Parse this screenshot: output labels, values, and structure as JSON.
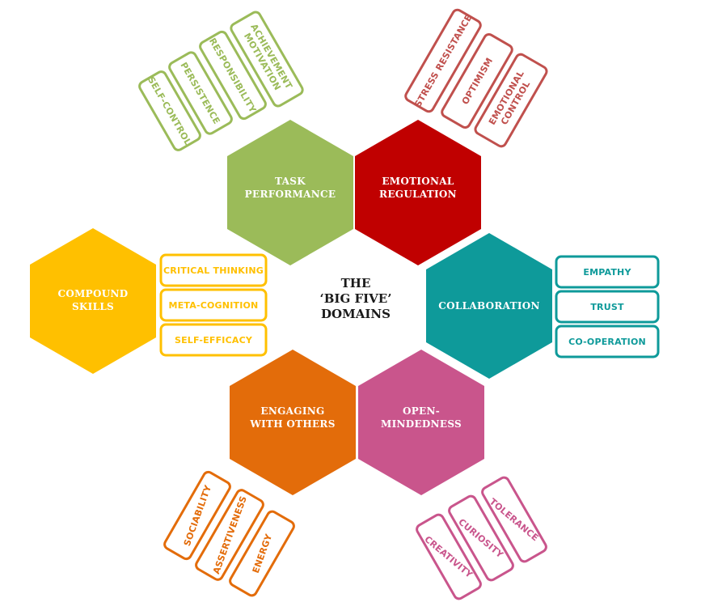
{
  "center": {
    "line1": "THE",
    "line2": "‘BIG FIVE’",
    "line3": "DOMAINS"
  },
  "domains": {
    "task": {
      "color": "#9bbb59",
      "title1": "TASK",
      "title2": "PERFORMANCE",
      "skills": {
        "self_control": "SELF-CONTROL",
        "persistence": "PERSISTENCE",
        "responsibility": "RESPONSIBILITY",
        "achievement1": "ACHIEVEMENT",
        "achievement2": "MOTIVATION"
      }
    },
    "emotional": {
      "color": "#c00000",
      "pill_color": "#c0504d",
      "title1": "EMOTIONAL",
      "title2": "REGULATION",
      "skills": {
        "stress": "STRESS RESISTANCE",
        "optimism": "OPTIMISM",
        "control1": "EMOTIONAL",
        "control2": "CONTROL"
      }
    },
    "collaboration": {
      "color": "#0e9a9a",
      "title1": "COLLABORATION",
      "skills": {
        "empathy": "EMPATHY",
        "trust": "TRUST",
        "cooperation": "CO-OPERATION"
      }
    },
    "open": {
      "color": "#c9558c",
      "title1": "OPEN-",
      "title2": "MINDEDNESS",
      "skills": {
        "creativity": "CREATIVITY",
        "curiosity": "CURIOSITY",
        "tolerance": "TOLERANCE"
      }
    },
    "engaging": {
      "color": "#e36c0a",
      "title1": "ENGAGING",
      "title2": "WITH OTHERS",
      "skills": {
        "sociability": "SOCIABILITY",
        "assertiveness": "ASSERTIVENESS",
        "energy": "ENERGY"
      }
    },
    "compound": {
      "color": "#ffc000",
      "title1": "COMPOUND",
      "title2": "SKILLS",
      "skills": {
        "critical": "CRITICAL THINKING",
        "meta": "META-COGNITION",
        "efficacy": "SELF-EFFICACY"
      }
    }
  }
}
